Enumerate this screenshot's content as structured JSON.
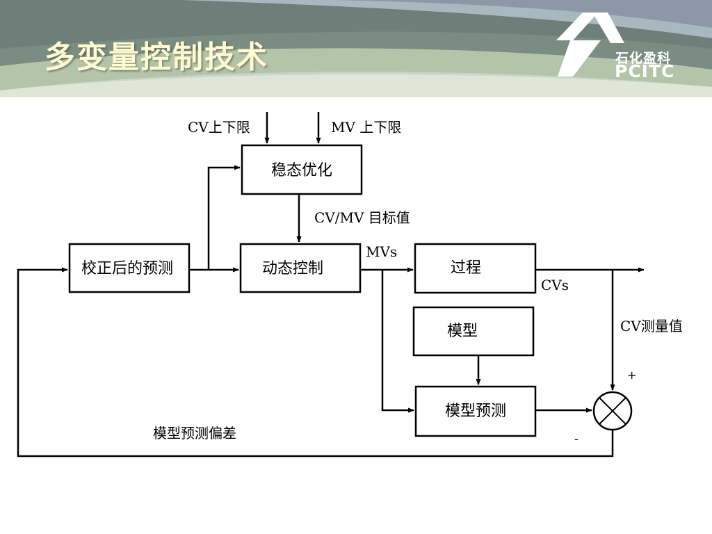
{
  "slide": {
    "title": "多变量控制技术"
  },
  "logo": {
    "name_cn": "石化盈科",
    "name_en": "PCITC"
  },
  "diagram": {
    "blocks": {
      "steady_state_optimization": "稳态优化",
      "corrected_prediction": "校正后的预测",
      "dynamic_control": "动态控制",
      "process": "过程",
      "model": "模型",
      "model_prediction": "模型预测"
    },
    "edge_labels": {
      "cv_limits": "CV上下限",
      "mv_limits": "MV 上下限",
      "cv_mv_targets": "CV/MV 目标值",
      "mvs": "MVs",
      "cvs": "CVs",
      "cv_measured": "CV测量值",
      "prediction_error": "模型预测偏差"
    },
    "summing_junction": {
      "plus_sign": "+",
      "minus_sign": "-"
    }
  }
}
